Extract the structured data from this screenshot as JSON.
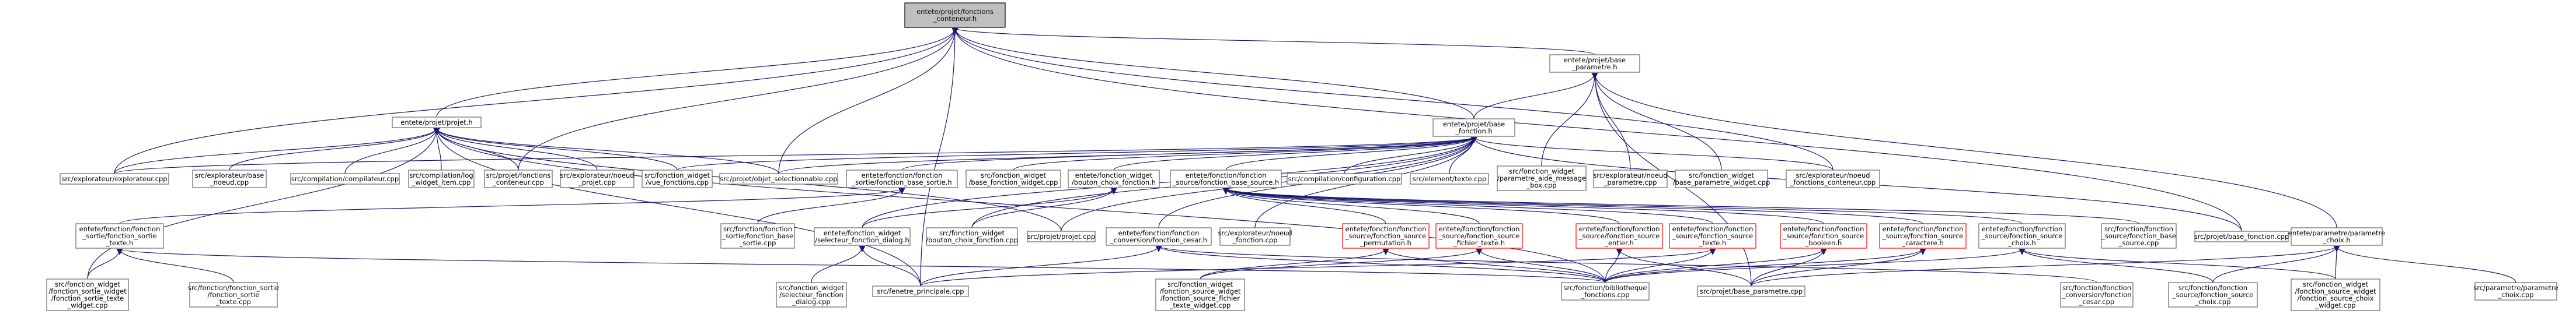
{
  "nodes": [
    {
      "id": "root",
      "lines": [
        "entete/projet/fonctions",
        "_conteneur.h"
      ],
      "style": "highlight",
      "link": false
    },
    {
      "id": "base_param",
      "lines": [
        "entete/projet/base",
        "_parametre.h"
      ],
      "style": "normal",
      "link": true
    },
    {
      "id": "projet_h",
      "lines": [
        "entete/projet/projet.h"
      ],
      "style": "normal",
      "link": true
    },
    {
      "id": "base_fonction_h",
      "lines": [
        "entete/projet/base",
        "_fonction.h"
      ],
      "style": "normal",
      "link": true
    },
    {
      "id": "explorateur_cpp",
      "lines": [
        "src/explorateur/explorateur.cpp"
      ],
      "style": "normal",
      "link": true
    },
    {
      "id": "noeud_cpp",
      "lines": [
        "src/explorateur/base",
        "_noeud.cpp"
      ],
      "style": "normal",
      "link": true
    },
    {
      "id": "compilateur_cpp",
      "lines": [
        "src/compilation/compilateur.cpp"
      ],
      "style": "normal",
      "link": true
    },
    {
      "id": "log_widget_cpp",
      "lines": [
        "src/compilation/log",
        "_widget_item.cpp"
      ],
      "style": "normal",
      "link": true
    },
    {
      "id": "fonctions_cont_cpp",
      "lines": [
        "src/projet/fonctions",
        "_conteneur.cpp"
      ],
      "style": "normal",
      "link": true
    },
    {
      "id": "noeud_projet_cpp",
      "lines": [
        "src/explorateur/noeud",
        "_projet.cpp"
      ],
      "style": "normal",
      "link": true
    },
    {
      "id": "vue_fonctions_cpp",
      "lines": [
        "src/fonction_widget",
        "/vue_fonctions.cpp"
      ],
      "style": "normal",
      "link": true
    },
    {
      "id": "objet_sel_cpp",
      "lines": [
        "src/projet/objet_selectionnable.cpp"
      ],
      "style": "normal",
      "link": true
    },
    {
      "id": "fonction_sortie_h",
      "lines": [
        "entete/fonction/fonction",
        "_sortie/fonction_base_sortie.h"
      ],
      "style": "normal",
      "link": true
    },
    {
      "id": "base_fw_cpp",
      "lines": [
        "src/fonction_widget",
        "/base_fonction_widget.cpp"
      ],
      "style": "normal",
      "link": true
    },
    {
      "id": "bouton_choix_h",
      "lines": [
        "entete/fonction_widget",
        "/bouton_choix_fonction.h"
      ],
      "style": "normal",
      "link": true
    },
    {
      "id": "fonction_source_h",
      "lines": [
        "entete/fonction/fonction",
        "_source/fonction_base_source.h"
      ],
      "style": "normal",
      "link": true
    },
    {
      "id": "config_cpp",
      "lines": [
        "src/compilation/configuration.cpp"
      ],
      "style": "normal",
      "link": true
    },
    {
      "id": "texte_cpp",
      "lines": [
        "src/element/texte.cpp"
      ],
      "style": "normal",
      "link": true
    },
    {
      "id": "param_aide_cpp",
      "lines": [
        "src/fonction_widget",
        "/parametre_aide_message",
        "_box.cpp"
      ],
      "style": "normal",
      "link": true
    },
    {
      "id": "noeud_param_cpp",
      "lines": [
        "src/explorateur/noeud",
        "_parametre.cpp"
      ],
      "style": "normal",
      "link": true
    },
    {
      "id": "base_param_widget_cpp",
      "lines": [
        "src/fonction_widget",
        "/base_parametre_widget.cpp"
      ],
      "style": "normal",
      "link": true
    },
    {
      "id": "noeud_fc_cpp",
      "lines": [
        "src/explorateur/noeud",
        "_fonctions_conteneur.cpp"
      ],
      "style": "normal",
      "link": true
    },
    {
      "id": "sortie_texte_h",
      "lines": [
        "entete/fonction/fonction",
        "_sortie/fonction_sortie",
        "_texte.h"
      ],
      "style": "normal",
      "link": true
    },
    {
      "id": "base_sortie_cpp",
      "lines": [
        "src/fonction/fonction",
        "_sortie/fonction_base",
        "_sortie.cpp"
      ],
      "style": "normal",
      "link": true
    },
    {
      "id": "selecteur_h",
      "lines": [
        "entete/fonction_widget",
        "/selecteur_fonction_dialog.h"
      ],
      "style": "normal",
      "link": true
    },
    {
      "id": "bouton_choix_cpp",
      "lines": [
        "src/fonction_widget",
        "/bouton_choix_fonction.cpp"
      ],
      "style": "normal",
      "link": true
    },
    {
      "id": "projet_cpp",
      "lines": [
        "src/projet/projet.cpp"
      ],
      "style": "normal",
      "link": true
    },
    {
      "id": "conversion_h",
      "lines": [
        "entete/fonction/fonction",
        "_conversion/fonction_cesar.h"
      ],
      "style": "normal",
      "link": true
    },
    {
      "id": "noeud_fonction_cpp",
      "lines": [
        "src/explorateur/noeud",
        "_fonction.cpp"
      ],
      "style": "normal",
      "link": true
    },
    {
      "id": "src_permutation_h",
      "lines": [
        "entete/fonction/fonction",
        "_source/fonction_source",
        "_permutation.h"
      ],
      "style": "red",
      "link": true
    },
    {
      "id": "src_fichier_h",
      "lines": [
        "entete/fonction/fonction",
        "_source/fonction_source",
        "_fichier_texte.h"
      ],
      "style": "red",
      "link": true
    },
    {
      "id": "src_entier_h",
      "lines": [
        "entete/fonction/fonction",
        "_source/fonction_source",
        "_entier.h"
      ],
      "style": "red",
      "link": true
    },
    {
      "id": "src_texte_h",
      "lines": [
        "entete/fonction/fonction",
        "_source/fonction_source",
        "_texte.h"
      ],
      "style": "red",
      "link": true
    },
    {
      "id": "src_booleen_h",
      "lines": [
        "entete/fonction/fonction",
        "_source/fonction_source",
        "_booleen.h"
      ],
      "style": "red",
      "link": true
    },
    {
      "id": "src_caractere_h",
      "lines": [
        "entete/fonction/fonction",
        "_source/fonction_source",
        "_caractere.h"
      ],
      "style": "red",
      "link": true
    },
    {
      "id": "src_choix_h",
      "lines": [
        "entete/fonction/fonction",
        "_source/fonction_source",
        "_choix.h"
      ],
      "style": "normal",
      "link": true
    },
    {
      "id": "base_source_cpp",
      "lines": [
        "src/fonction/fonction",
        "_source/fonction_base",
        "_source.cpp"
      ],
      "style": "normal",
      "link": true
    },
    {
      "id": "base_fonction_cpp",
      "lines": [
        "src/projet/base_fonction.cpp"
      ],
      "style": "normal",
      "link": true
    },
    {
      "id": "param_choix_h",
      "lines": [
        "entete/parametre/parametre",
        "_choix.h"
      ],
      "style": "normal",
      "link": true
    },
    {
      "id": "sortie_texte_widget_cpp",
      "lines": [
        "src/fonction_widget",
        "/fonction_sortie_widget",
        "/fonction_sortie_texte",
        "_widget.cpp"
      ],
      "style": "normal",
      "link": true
    },
    {
      "id": "sortie_texte_cpp",
      "lines": [
        "src/fonction/fonction_sortie",
        "/fonction_sortie",
        "_texte.cpp"
      ],
      "style": "normal",
      "link": true
    },
    {
      "id": "selecteur_cpp",
      "lines": [
        "src/fonction_widget",
        "/selecteur_fonction",
        "_dialog.cpp"
      ],
      "style": "normal",
      "link": true
    },
    {
      "id": "fenetre_cpp",
      "lines": [
        "src/fenetre_principale.cpp"
      ],
      "style": "normal",
      "link": true
    },
    {
      "id": "fichier_widget_cpp",
      "lines": [
        "src/fonction_widget",
        "/fonction_source_widget",
        "/fonction_source_fichier",
        "_texte_widget.cpp"
      ],
      "style": "normal",
      "link": true
    },
    {
      "id": "bibliotheque_cpp",
      "lines": [
        "src/fonction/bibliotheque",
        "_fonctions.cpp"
      ],
      "style": "normal",
      "link": true
    },
    {
      "id": "base_parametre_cpp",
      "lines": [
        "src/projet/base_parametre.cpp"
      ],
      "style": "normal",
      "link": true
    },
    {
      "id": "conv_cesar_cpp",
      "lines": [
        "src/fonction/fonction",
        "_conversion/fonction",
        "_cesar.cpp"
      ],
      "style": "normal",
      "link": true
    },
    {
      "id": "source_choix_cpp",
      "lines": [
        "src/fonction/fonction",
        "_source/fonction_source",
        "_choix.cpp"
      ],
      "style": "normal",
      "link": true
    },
    {
      "id": "choix_widget_cpp",
      "lines": [
        "src/fonction_widget",
        "/fonction_source_widget",
        "/fonction_source_choix",
        "_widget.cpp"
      ],
      "style": "normal",
      "link": true
    },
    {
      "id": "param_choix_cpp",
      "lines": [
        "src/parametre/parametre",
        "_choix.cpp"
      ],
      "style": "normal",
      "link": true
    }
  ],
  "edges": [
    [
      "base_param",
      "root"
    ],
    [
      "projet_h",
      "root"
    ],
    [
      "base_fonction_h",
      "root"
    ],
    [
      "explorateur_cpp",
      "root"
    ],
    [
      "fonctions_cont_cpp",
      "root"
    ],
    [
      "objet_sel_cpp",
      "root"
    ],
    [
      "fenetre_cpp",
      "root"
    ],
    [
      "noeud_fc_cpp",
      "root"
    ],
    [
      "base_fonction_cpp",
      "root"
    ],
    [
      "base_fonction_h",
      "base_param"
    ],
    [
      "noeud_param_cpp",
      "base_param"
    ],
    [
      "param_aide_cpp",
      "base_param"
    ],
    [
      "base_param_widget_cpp",
      "base_param"
    ],
    [
      "base_parametre_cpp",
      "base_param"
    ],
    [
      "param_choix_h",
      "base_param"
    ],
    [
      "explorateur_cpp",
      "projet_h"
    ],
    [
      "noeud_cpp",
      "projet_h"
    ],
    [
      "compilateur_cpp",
      "projet_h"
    ],
    [
      "log_widget_cpp",
      "projet_h"
    ],
    [
      "fonctions_cont_cpp",
      "projet_h"
    ],
    [
      "noeud_projet_cpp",
      "projet_h"
    ],
    [
      "vue_fonctions_cpp",
      "projet_h"
    ],
    [
      "objet_sel_cpp",
      "projet_h"
    ],
    [
      "projet_cpp",
      "projet_h"
    ],
    [
      "sortie_texte_widget_cpp",
      "projet_h"
    ],
    [
      "fenetre_cpp",
      "projet_h"
    ],
    [
      "bibliotheque_cpp",
      "projet_h"
    ],
    [
      "explorateur_cpp",
      "base_fonction_h"
    ],
    [
      "objet_sel_cpp",
      "base_fonction_h"
    ],
    [
      "fonction_sortie_h",
      "base_fonction_h"
    ],
    [
      "base_fw_cpp",
      "base_fonction_h"
    ],
    [
      "bouton_choix_h",
      "base_fonction_h"
    ],
    [
      "fonction_source_h",
      "base_fonction_h"
    ],
    [
      "config_cpp",
      "base_fonction_h"
    ],
    [
      "texte_cpp",
      "base_fonction_h"
    ],
    [
      "noeud_fc_cpp",
      "base_fonction_h"
    ],
    [
      "selecteur_h",
      "base_fonction_h"
    ],
    [
      "projet_cpp",
      "base_fonction_h"
    ],
    [
      "conversion_h",
      "base_fonction_h"
    ],
    [
      "noeud_fonction_cpp",
      "base_fonction_h"
    ],
    [
      "base_fonction_cpp",
      "base_fonction_h"
    ],
    [
      "vue_fonctions_cpp",
      "base_fonction_h"
    ],
    [
      "bouton_choix_cpp",
      "base_fonction_h"
    ],
    [
      "sortie_texte_h",
      "fonction_sortie_h"
    ],
    [
      "base_sortie_cpp",
      "fonction_sortie_h"
    ],
    [
      "selecteur_h",
      "bouton_choix_h"
    ],
    [
      "bouton_choix_cpp",
      "bouton_choix_h"
    ],
    [
      "src_permutation_h",
      "fonction_source_h"
    ],
    [
      "src_fichier_h",
      "fonction_source_h"
    ],
    [
      "src_entier_h",
      "fonction_source_h"
    ],
    [
      "src_texte_h",
      "fonction_source_h"
    ],
    [
      "src_booleen_h",
      "fonction_source_h"
    ],
    [
      "src_caractere_h",
      "fonction_source_h"
    ],
    [
      "src_choix_h",
      "fonction_source_h"
    ],
    [
      "base_source_cpp",
      "fonction_source_h"
    ],
    [
      "sortie_texte_widget_cpp",
      "sortie_texte_h"
    ],
    [
      "sortie_texte_cpp",
      "sortie_texte_h"
    ],
    [
      "bibliotheque_cpp",
      "sortie_texte_h"
    ],
    [
      "selecteur_cpp",
      "selecteur_h"
    ],
    [
      "fenetre_cpp",
      "selecteur_h"
    ],
    [
      "fenetre_cpp",
      "conversion_h"
    ],
    [
      "bibliotheque_cpp",
      "conversion_h"
    ],
    [
      "conv_cesar_cpp",
      "conversion_h"
    ],
    [
      "fichier_widget_cpp",
      "src_permutation_h"
    ],
    [
      "bibliotheque_cpp",
      "src_permutation_h"
    ],
    [
      "fichier_widget_cpp",
      "src_fichier_h"
    ],
    [
      "bibliotheque_cpp",
      "src_fichier_h"
    ],
    [
      "bibliotheque_cpp",
      "src_entier_h"
    ],
    [
      "base_parametre_cpp",
      "src_entier_h"
    ],
    [
      "fenetre_cpp",
      "src_texte_h"
    ],
    [
      "bibliotheque_cpp",
      "src_texte_h"
    ],
    [
      "bibliotheque_cpp",
      "src_booleen_h"
    ],
    [
      "base_parametre_cpp",
      "src_booleen_h"
    ],
    [
      "bibliotheque_cpp",
      "src_caractere_h"
    ],
    [
      "base_parametre_cpp",
      "src_caractere_h"
    ],
    [
      "bibliotheque_cpp",
      "src_choix_h"
    ],
    [
      "source_choix_cpp",
      "src_choix_h"
    ],
    [
      "choix_widget_cpp",
      "src_choix_h"
    ],
    [
      "source_choix_cpp",
      "param_choix_h"
    ],
    [
      "choix_widget_cpp",
      "param_choix_h"
    ],
    [
      "param_choix_cpp",
      "param_choix_h"
    ],
    [
      "base_parametre_cpp",
      "param_choix_h"
    ]
  ]
}
